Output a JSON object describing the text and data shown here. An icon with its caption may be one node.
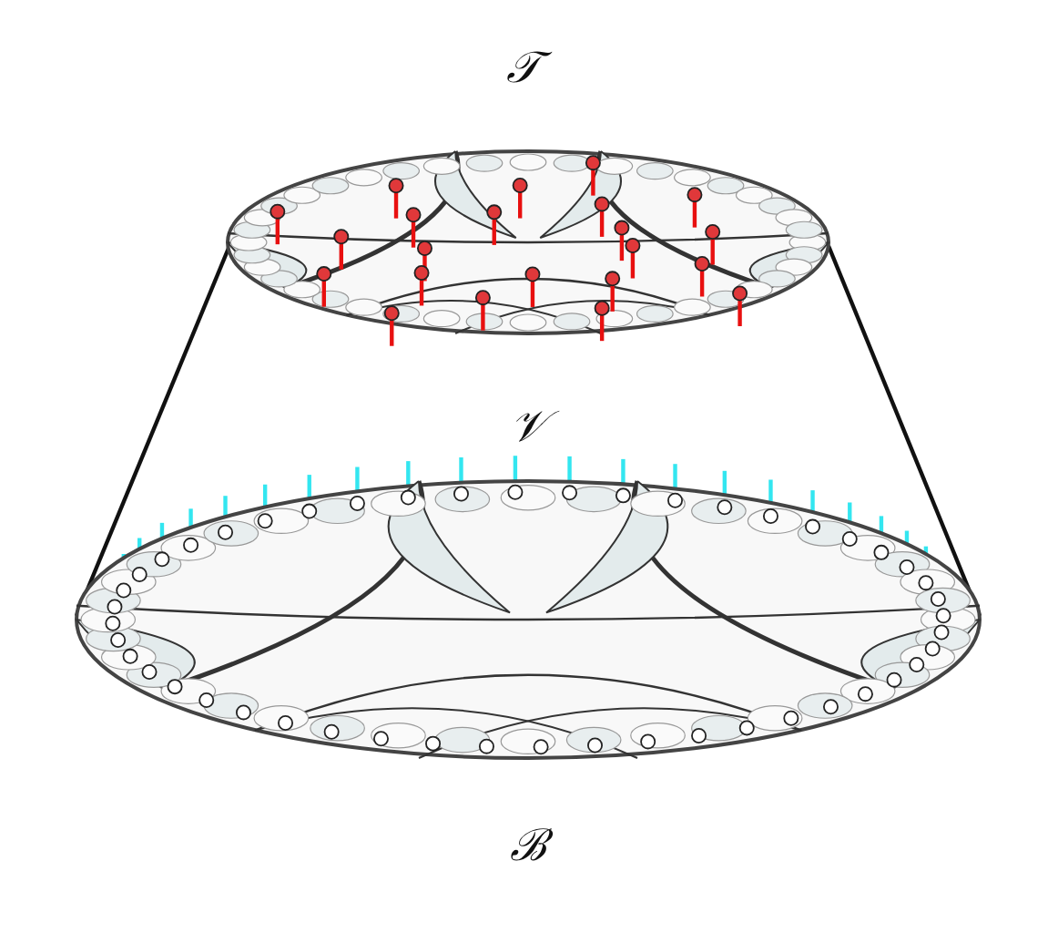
{
  "diagram": {
    "labels": [
      "𝒯",
      "𝒱",
      "ℬ"
    ]
  }
}
